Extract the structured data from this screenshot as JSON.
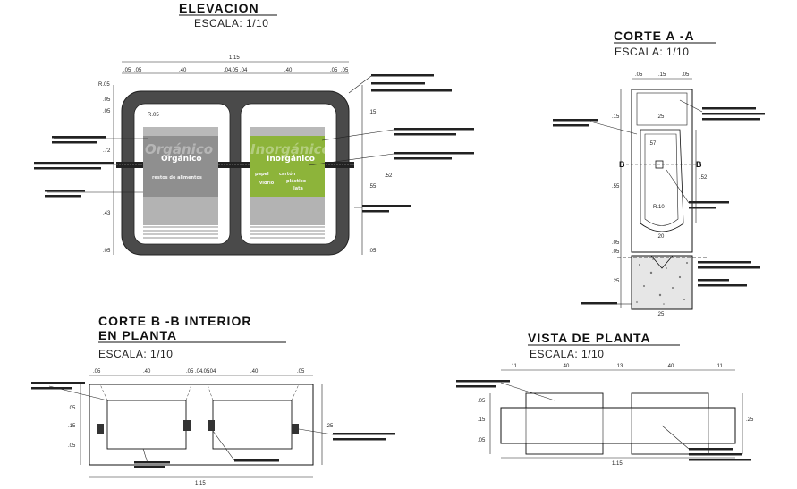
{
  "elevation": {
    "title": "ELEVACION",
    "scale": "ESCALA: 1/10",
    "dims_top": [
      "1.15",
      ".05",
      ".05",
      ".40",
      ".04",
      ".05",
      ".04",
      ".40",
      ".05",
      ".05"
    ],
    "dims_left": [
      ".05",
      ".05",
      ".72",
      ".43",
      ".05"
    ],
    "dims_right": [
      ".15",
      ".52",
      ".55",
      ".05"
    ],
    "radius_labels": [
      "R.05",
      "R.05"
    ],
    "bin_left": {
      "label": "Orgánico",
      "sub": "restos de alimentos"
    },
    "bin_right": {
      "label": "Inorgánico",
      "sub": [
        "papel",
        "cartón",
        "vidrio",
        "plástico",
        "lata"
      ]
    }
  },
  "corte_aa": {
    "title": "CORTE  A -A",
    "scale": "ESCALA: 1/10",
    "dims_top": [
      ".05",
      ".15",
      ".05"
    ],
    "dims_left": [
      ".15",
      ".55",
      ".05",
      ".05",
      ".25"
    ],
    "dims_right": [
      ".52"
    ],
    "inner_labels": [
      ".25",
      ".57",
      "R.10",
      ".20",
      ".25"
    ],
    "cut_label": "B"
  },
  "corte_bb": {
    "title_line1": "CORTE B -B INTERIOR",
    "title_line2": "EN PLANTA",
    "scale": "ESCALA: 1/10",
    "dims_top": [
      ".05",
      ".40",
      ".05",
      ".04",
      ".05",
      ".04",
      ".40",
      ".05"
    ],
    "dims_left": [
      ".05",
      ".15",
      ".05"
    ],
    "dims_right": [
      ".25"
    ],
    "total": "1.15"
  },
  "vista_planta": {
    "title": "VISTA DE PLANTA",
    "scale": "ESCALA: 1/10",
    "dims_top": [
      ".11",
      ".40",
      ".13",
      ".40",
      ".11"
    ],
    "dims_left": [
      ".05",
      ".15",
      ".05"
    ],
    "dims_right": [
      ".25"
    ],
    "total": "1.15"
  },
  "colors": {
    "frame": "#4a4a4a",
    "bin_gray": "#8f8f8f",
    "bin_green": "#8db43a",
    "ink": "#111111"
  }
}
